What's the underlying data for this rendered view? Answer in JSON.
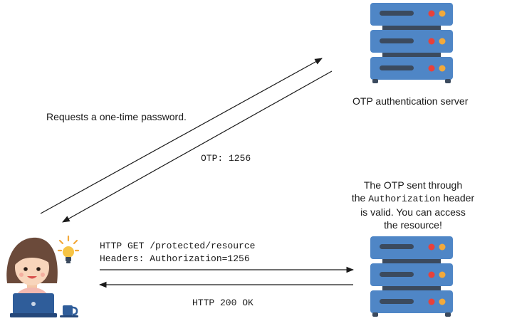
{
  "labels": {
    "otp_server": "OTP authentication server",
    "requests_otp": "Requests a one-time password.",
    "otp_value": "OTP: 1256",
    "otp_valid_line1": "The OTP sent through",
    "otp_valid_the": "the",
    "otp_valid_header_name": "Authorization",
    "otp_valid_header_word": "header",
    "otp_valid_line3": "is valid. You can access",
    "otp_valid_line4": "the resource!",
    "http_request_line1": "HTTP GET /protected/resource",
    "http_request_line2": "Headers: Authorization=1256",
    "http_response": "HTTP 200 OK"
  },
  "colors": {
    "server_body": "#4f86c6",
    "server_slot": "#3b4a5e",
    "server_led_red": "#e8413a",
    "server_led_orange": "#f2a93b",
    "laptop": "#2f5d9a",
    "arrow": "#1a1a1a"
  },
  "icons": {
    "top_server": "server-rack-icon",
    "bottom_server": "server-rack-icon",
    "user": "user-at-laptop-icon",
    "idea": "light-bulb-icon",
    "cup": "coffee-cup-icon"
  }
}
